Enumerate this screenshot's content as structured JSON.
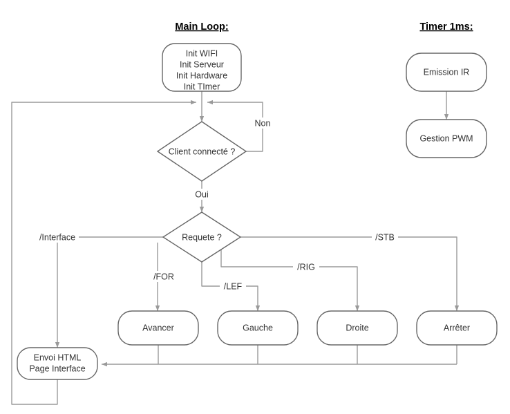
{
  "diagram": {
    "type": "flowchart",
    "columns": [
      {
        "id": "main-loop",
        "title": "Main Loop:"
      },
      {
        "id": "timer",
        "title": "Timer 1ms:"
      }
    ],
    "nodes": [
      {
        "id": "init",
        "shape": "rounded-rect",
        "lines": [
          "Init WIFI",
          "Init Serveur",
          "Init Hardware",
          "Init TImer"
        ]
      },
      {
        "id": "client-connecte",
        "shape": "diamond",
        "lines": [
          "Client connecté ?"
        ]
      },
      {
        "id": "requete",
        "shape": "diamond",
        "lines": [
          "Requete ?"
        ]
      },
      {
        "id": "avancer",
        "shape": "rounded-rect",
        "lines": [
          "Avancer"
        ]
      },
      {
        "id": "gauche",
        "shape": "rounded-rect",
        "lines": [
          "Gauche"
        ]
      },
      {
        "id": "droite",
        "shape": "rounded-rect",
        "lines": [
          "Droite"
        ]
      },
      {
        "id": "arreter",
        "shape": "rounded-rect",
        "lines": [
          "Arrêter"
        ]
      },
      {
        "id": "envoi-html",
        "shape": "rounded-rect",
        "lines": [
          "Envoi HTML",
          "Page Interface"
        ]
      },
      {
        "id": "emission-ir",
        "shape": "rounded-rect",
        "lines": [
          "Emission IR"
        ]
      },
      {
        "id": "gestion-pwm",
        "shape": "rounded-rect",
        "lines": [
          "Gestion PWM"
        ]
      }
    ],
    "edge_labels": {
      "non": "Non",
      "oui": "Oui",
      "interface": "/Interface",
      "for": "/FOR",
      "lef": "/LEF",
      "rig": "/RIG",
      "stb": "/STB"
    },
    "colors": {
      "shape_stroke": "#666666",
      "connector_stroke": "#9a9a9a",
      "text": "#333333",
      "title": "#000000",
      "background": "#ffffff"
    }
  }
}
